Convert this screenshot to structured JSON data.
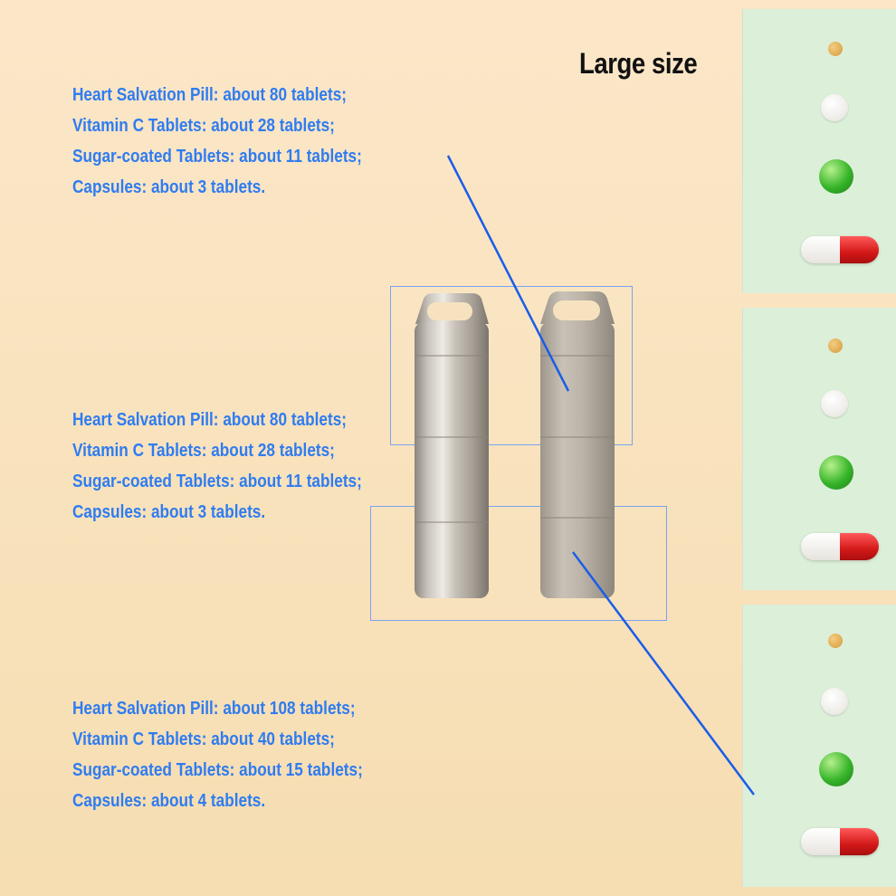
{
  "title": "Large size",
  "text_blocks": [
    {
      "lines": [
        "Heart Salvation Pill: about 80 tablets;",
        "Vitamin C Tablets: about 28 tablets;",
        "Sugar-coated Tablets: about 11 tablets;",
        "Capsules: about 3 tablets."
      ]
    },
    {
      "lines": [
        "Heart Salvation Pill: about 80 tablets;",
        "Vitamin C Tablets: about 28 tablets;",
        "Sugar-coated Tablets: about 11 tablets;",
        "Capsules: about 3 tablets."
      ]
    },
    {
      "lines": [
        "Heart Salvation Pill: about 108 tablets;",
        "Vitamin C Tablets: about 40 tablets;",
        "Sugar-coated Tablets: about 15 tablets;",
        "Capsules: about 4 tablets."
      ]
    }
  ],
  "colors": {
    "text_blue": "#2f7cf0",
    "pointer_line": "#1a5de8",
    "panel_green": "#dcefd9",
    "pill_green": "#37b52a",
    "capsule_red": "#d41818"
  },
  "icons": [
    "pill-icon",
    "vitamin-tablet-icon",
    "sugar-coated-tablet-icon",
    "capsule-icon",
    "pill-canister-icon"
  ]
}
